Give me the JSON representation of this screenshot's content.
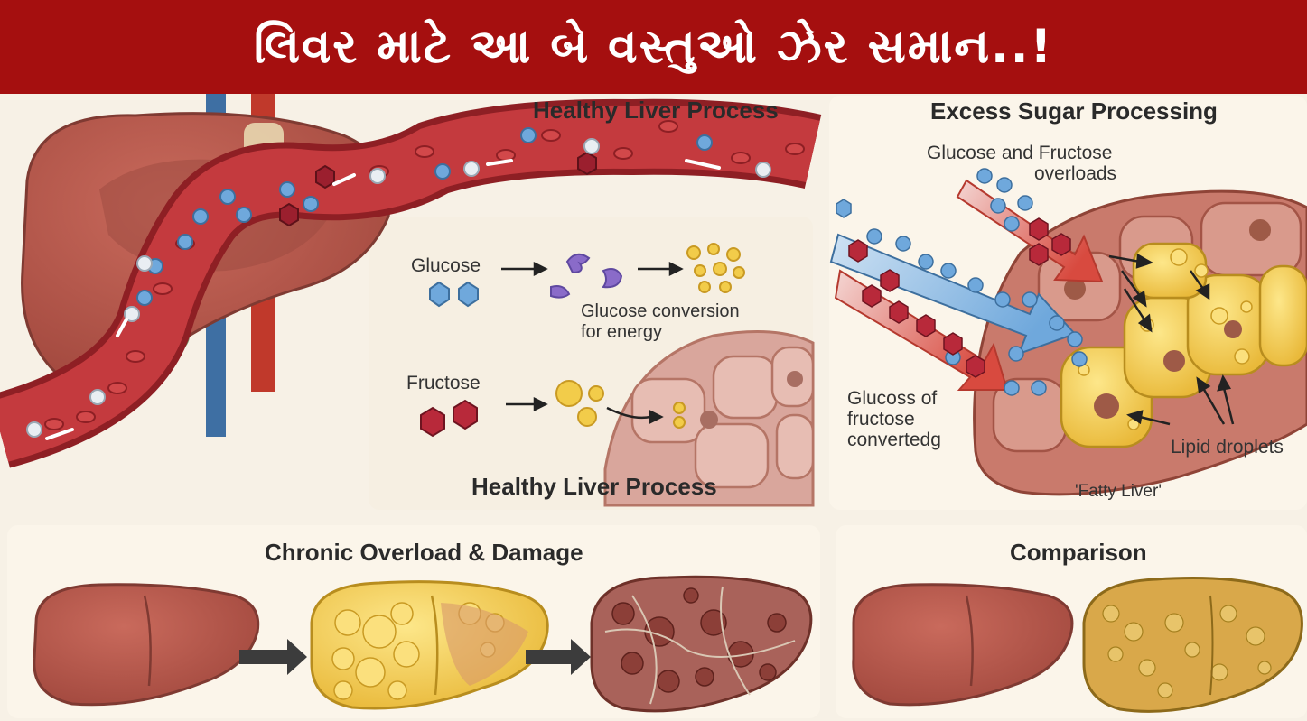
{
  "banner": {
    "title": "લિવર માટે આ બે વસ્તુઓ ઝેર સમાન..!"
  },
  "healthy_top": {
    "title": "Healthy Liver Process"
  },
  "healthy_inset": {
    "glucose_label": "Glucose",
    "glucose_caption_1": "Glucose conversion",
    "glucose_caption_2": "for energy",
    "fructose_label": "Fructose",
    "title": "Healthy Liver Process"
  },
  "sugar": {
    "title": "Excess Sugar Processing",
    "overload_1": "Glucose and Fructose",
    "overload_2": "overloads",
    "converted_1": "Glucoss of",
    "converted_2": "fructose",
    "converted_3": "convertedg",
    "lipid_label": "Lipid droplets",
    "fatty_label": "'Fatty Liver'"
  },
  "chronic": {
    "title": "Chronic Overload & Damage"
  },
  "comparison": {
    "title": "Comparison"
  },
  "colors": {
    "banner": "#a50f0f",
    "liver": "#b5564a",
    "vessel": "#b8323a",
    "glucose": "#6fa8dc",
    "fructose": "#b8293a",
    "fat": "#f2cc4a",
    "enzyme": "#8a6bc9"
  }
}
